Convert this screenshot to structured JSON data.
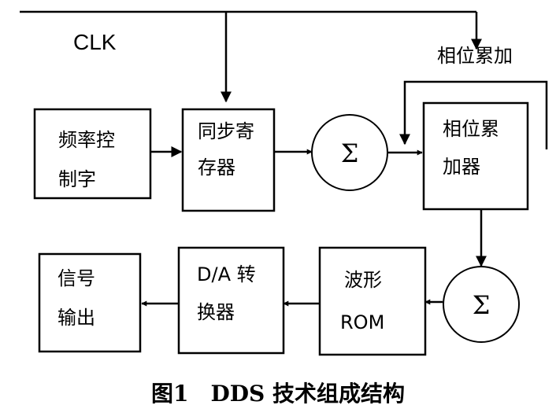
{
  "diagram": {
    "clk_label": "CLK",
    "top_note": "相位累加",
    "blocks": {
      "freq_ctrl": [
        "频率控",
        "制字"
      ],
      "sync_reg": [
        "同步寄",
        "存器"
      ],
      "phase_acc": [
        "相位累",
        "加器"
      ],
      "wave_rom": [
        "波形",
        "ROM"
      ],
      "da": [
        "D/A 转",
        "换器"
      ],
      "output": [
        "信号",
        "输出"
      ]
    },
    "adder_symbol": "Σ"
  },
  "caption": "图1　DDS 技术组成结构"
}
